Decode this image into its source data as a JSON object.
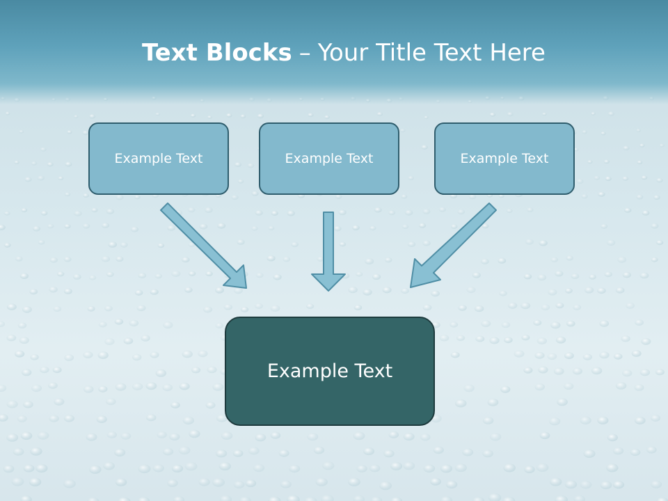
{
  "title": {
    "bold": "Text Blocks",
    "separator": "–",
    "rest": "Your Title Text Here"
  },
  "boxes": {
    "left": "Example Text",
    "center": "Example Text",
    "right": "Example Text",
    "main": "Example Text"
  },
  "colors": {
    "title_band": "#5fa2bb",
    "small_box_fill": "#83b9cd",
    "small_box_border": "#2f5d6d",
    "main_box_fill": "#346567",
    "arrow_fill": "#89c0d3",
    "arrow_stroke": "#4f8ea5"
  }
}
